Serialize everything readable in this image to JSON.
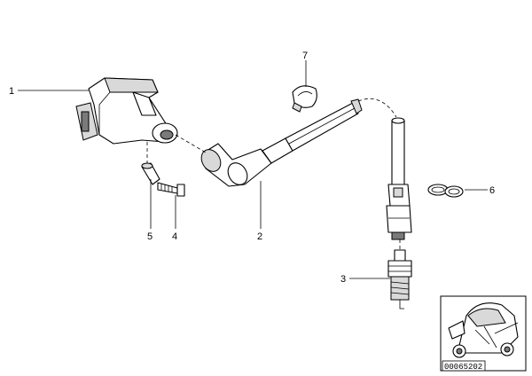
{
  "callouts": {
    "c1": "1",
    "c2": "2",
    "c3": "3",
    "c4": "4",
    "c5": "5",
    "c6": "6",
    "c7": "7"
  },
  "inset": {
    "code": "00065202"
  }
}
